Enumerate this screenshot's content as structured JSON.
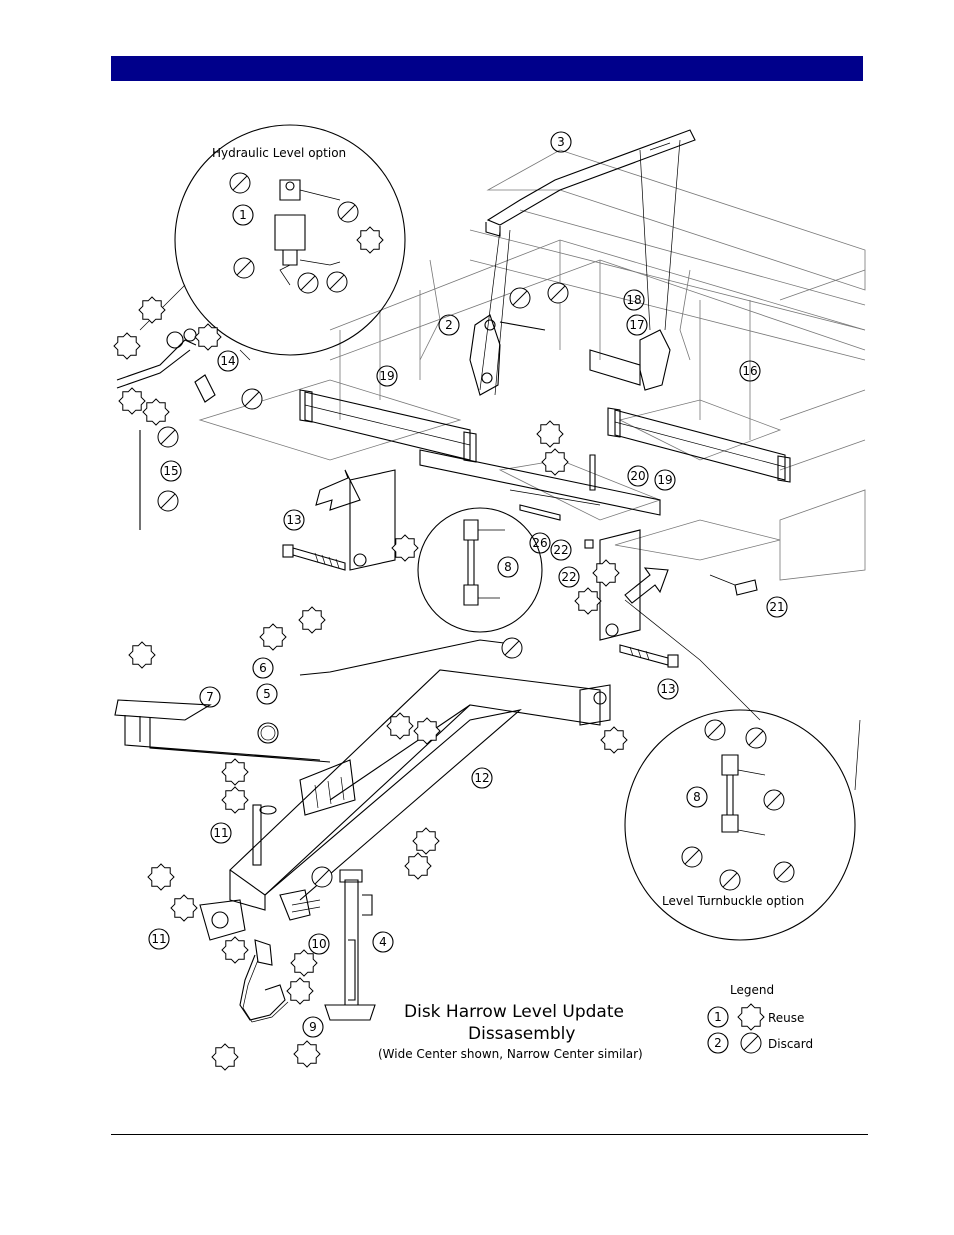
{
  "header": {
    "band_color": "#00008b"
  },
  "diagram": {
    "title_line1": "Disk Harrow Level Update",
    "title_line2": "Dissasembly",
    "subtitle": "(Wide Center shown, Narrow Center similar)",
    "hydraulic_label": "Hydraulic Level option",
    "turnbuckle_label": "Level Turnbuckle option"
  },
  "legend": {
    "title": "Legend",
    "reuse_number": "1",
    "reuse_label": "Reuse",
    "discard_number": "2",
    "discard_label": "Discard"
  },
  "callouts": {
    "c1": "1",
    "c2": "2",
    "c3": "3",
    "c4": "4",
    "c5": "5",
    "c6": "6",
    "c7": "7",
    "c8": "8",
    "c8b": "8",
    "c9": "9",
    "c10": "10",
    "c11a": "11",
    "c11b": "11",
    "c12": "12",
    "c13a": "13",
    "c13b": "13",
    "c14": "14",
    "c15": "15",
    "c16": "16",
    "c17": "17",
    "c18": "18",
    "c19a": "19",
    "c19b": "19",
    "c20": "20",
    "c21": "21",
    "c22a": "22",
    "c22b": "22",
    "c26": "26"
  }
}
